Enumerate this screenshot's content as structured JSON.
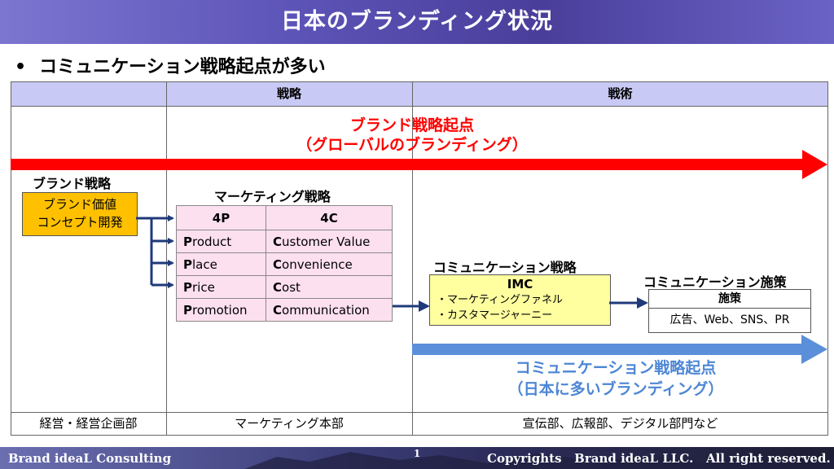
{
  "title": "日本のブランディング状況",
  "bullet": "コミュニケーション戦略起点が多い",
  "table": {
    "col_headers": [
      "",
      "戦略",
      "戦術"
    ],
    "footer_row": [
      "経営・経営企画部",
      "マーケティング本部",
      "宣伝部、広報部、デジタル部門など"
    ]
  },
  "red_arrow": {
    "line1": "ブランド戦略起点",
    "line2": "（グローバルのブランディング）",
    "color": "#ff0000"
  },
  "blue_arrow": {
    "line1": "コミュニケーション戦略起点",
    "line2": "（日本に多いブランディング）",
    "color": "#5b8fd9"
  },
  "brand_strategy": {
    "label": "ブランド戦略",
    "box_line1": "ブランド価値",
    "box_line2": "コンセプト開発"
  },
  "marketing_strategy": {
    "label": "マーケティング戦略",
    "headers": [
      "4P",
      "4C"
    ],
    "rows": [
      {
        "p_initial": "P",
        "p_rest": "roduct",
        "c_initial": "C",
        "c_rest": "ustomer Value"
      },
      {
        "p_initial": "P",
        "p_rest": "lace",
        "c_initial": "C",
        "c_rest": "onvenience"
      },
      {
        "p_initial": "P",
        "p_rest": "rice",
        "c_initial": "C",
        "c_rest": "ost"
      },
      {
        "p_initial": "P",
        "p_rest": "romotion",
        "c_initial": "C",
        "c_rest": "ommunication"
      }
    ]
  },
  "communication_strategy": {
    "label": "コミュニケーション戦略",
    "box_title": "IMC",
    "items": [
      "・マーケティングファネル",
      "・カスタマージャーニー"
    ]
  },
  "communication_measures": {
    "label": "コミュニケーション施策",
    "box_header": "施策",
    "box_body": "広告、Web、SNS、PR"
  },
  "footer": {
    "left": "Brand ideaL Consulting",
    "page": "1",
    "right": "Copyrights   Brand ideaL LLC.   All right reserved."
  }
}
